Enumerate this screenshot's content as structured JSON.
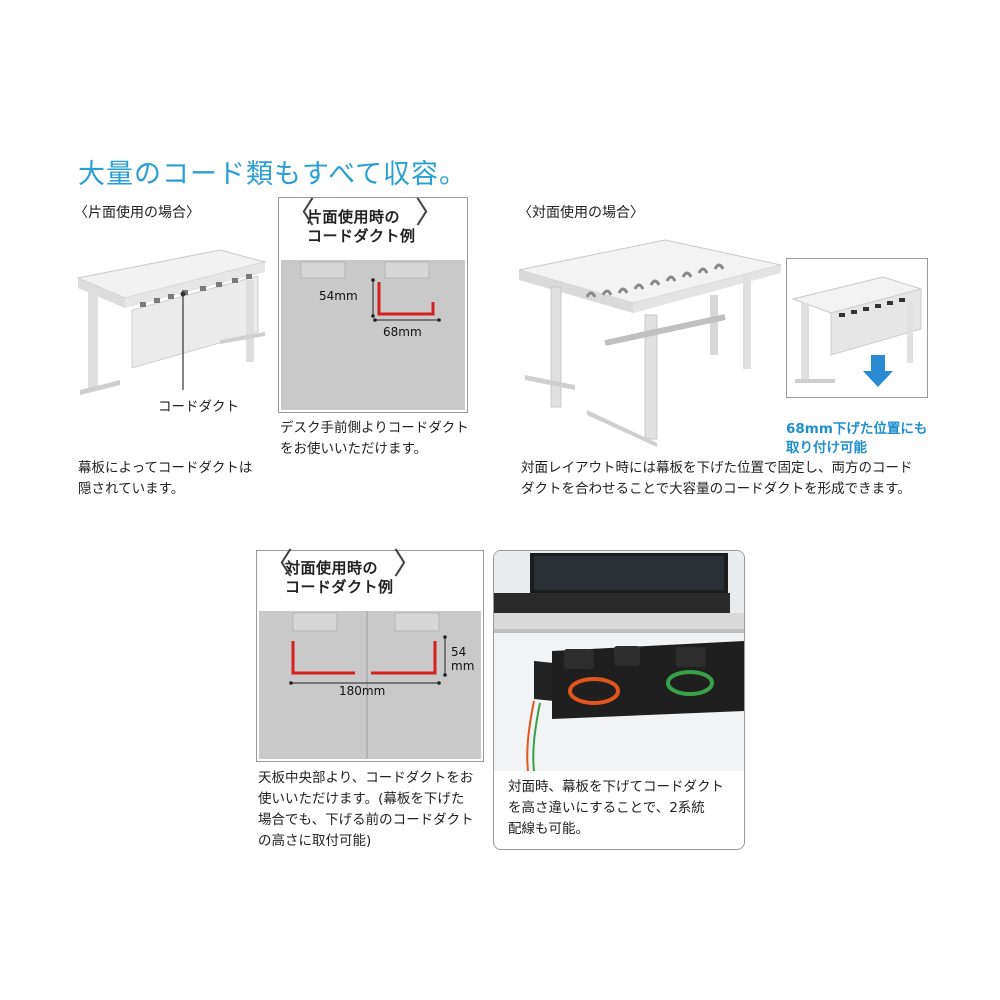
{
  "headline": "大量のコード類もすべて収容。",
  "single_side": {
    "heading": "〈片面使用の場合〉",
    "photo_label": "コードダクト",
    "caption_lines": [
      "幕板によってコードダクトは",
      "隠されています。"
    ],
    "example": {
      "title_lines": [
        "片面使用時の",
        "コードダクト例"
      ],
      "height": "54mm",
      "width": "68mm",
      "caption_lines": [
        "デスク手前側よりコードダクト",
        "をお使いいただけます。"
      ]
    }
  },
  "double_side": {
    "heading": "〈対面使用の場合〉",
    "note_lines": [
      "68mm下げた位置にも",
      "取り付け可能"
    ],
    "caption_lines": [
      "対面レイアウト時には幕板を下げた位置で固定し、両方のコード",
      "ダクトを合わせることで大容量のコードダクトを形成できます。"
    ],
    "example": {
      "title_lines": [
        "対面使用時の",
        "コードダクト例"
      ],
      "height_top": "54",
      "height_bottom": "mm",
      "width": "180mm",
      "caption_lines": [
        "天板中央部より、コードダクトをお",
        "使いいただけます。(幕板を下げた",
        "場合でも、下げる前のコードダクト",
        "の高さに取付可能)"
      ]
    },
    "photo_caption_lines": [
      "対面時、幕板を下げてコードダクト",
      "を高さ違いにすることで、2系統",
      "配線も可能。"
    ]
  },
  "colors": {
    "accent": "#2a9fd6",
    "dim_line": "#d42020",
    "note_blue": "#1f8fd0"
  }
}
